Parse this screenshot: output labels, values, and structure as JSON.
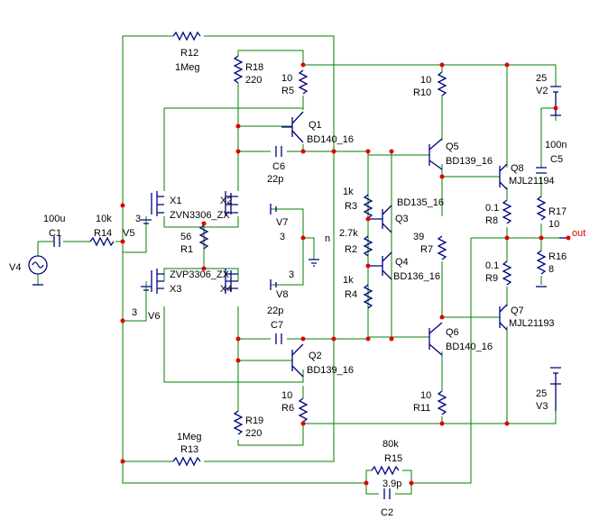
{
  "labels": {
    "r12": "R12",
    "r12v": "1Meg",
    "r18": "R18",
    "r18v": "220",
    "r5v": "10",
    "r5": "R5",
    "q1": "Q1",
    "q1t": "BD140_16",
    "c6": "C6",
    "c6v": "22p",
    "q5": "Q5",
    "q5t": "BD139_16",
    "r10v": "10",
    "r10": "R10",
    "v2v": "25",
    "v2": "V2",
    "c5v": "100n",
    "c5": "C5",
    "q8": "Q8",
    "q8t": "MJL21194",
    "r8v": "0.1",
    "r8": "R8",
    "r17": "R17",
    "r17v": "10",
    "out": "out",
    "r16": "R16",
    "r16v": "8",
    "c1v": "100u",
    "c1": "C1",
    "r14v": "10k",
    "r14": "R14",
    "v5": "V5",
    "v5v": "3",
    "x1": "X1",
    "x1t": "ZVN3306_ZX",
    "x2": "X2",
    "v7": "V7",
    "v7v": "3",
    "n": "n",
    "r1v": "56",
    "r1": "R1",
    "v4": "V4",
    "r3v": "1k",
    "r3": "R3",
    "q3t": "BD135_16",
    "q3": "Q3",
    "r2v": "2.7k",
    "r2": "R2",
    "q4": "Q4",
    "q4t": "BD136_16",
    "r4v": "1k",
    "r4": "R4",
    "r7v": "39",
    "r7": "R7",
    "r9v": "0.1",
    "r9": "R9",
    "x3t": "ZVP3306_ZX",
    "x3": "X3",
    "x4": "X4",
    "v8v": "3",
    "v8": "V8",
    "v6v": "3",
    "v6": "V6",
    "c7v": "22p",
    "c7": "C7",
    "q2": "Q2",
    "q2t": "BD139_16",
    "q6": "Q6",
    "q6t": "BD140_16",
    "q7": "Q7",
    "q7t": "MJL21193",
    "r6v": "10",
    "r6": "R6",
    "r11v": "10",
    "r11": "R11",
    "v3v": "25",
    "v3": "V3",
    "r19": "R19",
    "r19v": "220",
    "r13v": "1Meg",
    "r13": "R13",
    "r15v": "80k",
    "r15": "R15",
    "c2v": "3.9p",
    "c2": "C2"
  }
}
